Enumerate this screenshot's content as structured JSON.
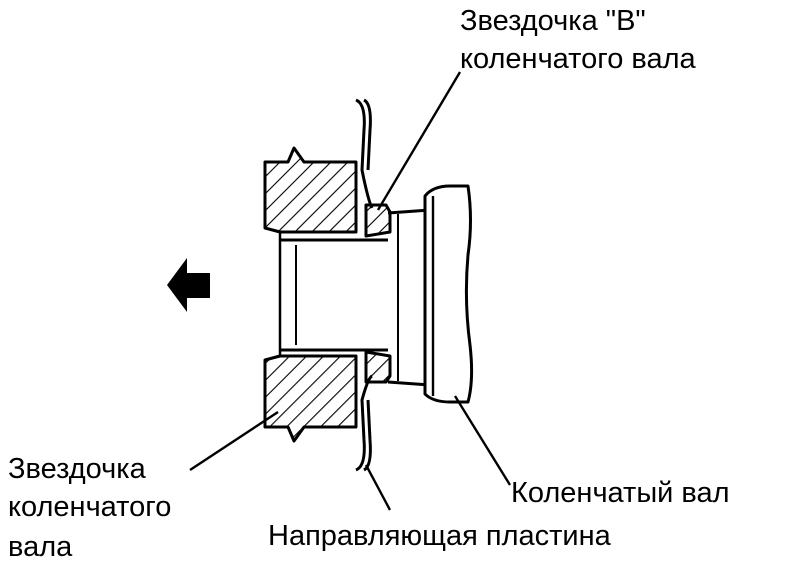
{
  "labels": {
    "crank_sprocket_b_line1": "Звездочка \"B\"",
    "crank_sprocket_b_line2": "коленчатого вала",
    "crank_sprocket_line1": "Звездочка",
    "crank_sprocket_line2": "коленчатого",
    "crank_sprocket_line3": "вала",
    "crankshaft": "Коленчатый вал",
    "guide_plate": "Направляющая пластина"
  },
  "arrow": {
    "direction": "left",
    "icon": "arrow-left-icon"
  },
  "colors": {
    "ink": "#000000",
    "background": "#ffffff"
  }
}
